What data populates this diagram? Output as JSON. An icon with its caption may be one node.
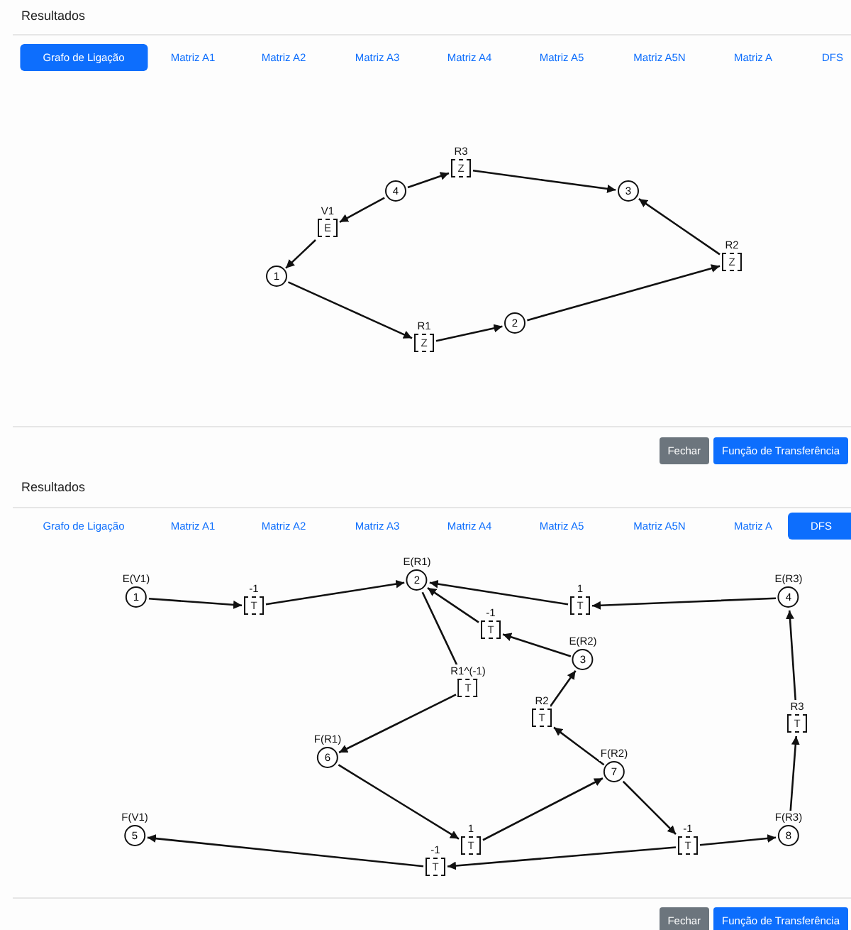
{
  "diagram": {
    "nodes": [
      {
        "text": [
          "R3",
          "Z"
        ]
      },
      {
        "text": [
          "4"
        ]
      },
      {
        "text": [
          "3"
        ]
      },
      {
        "text": [
          "V1",
          "E"
        ]
      },
      {
        "text": [
          "R2",
          "Z"
        ]
      },
      {
        "text": [
          "1"
        ]
      },
      {
        "text": [
          "2"
        ]
      },
      {
        "text": [
          "R1",
          "Z"
        ]
      },
      {
        "text": [
          "E(R1)",
          "2"
        ]
      },
      {
        "text": [
          "E(V1)",
          "1"
        ]
      },
      {
        "text": [
          "E(R3)",
          "4"
        ]
      },
      {
        "text": [
          "-1",
          "T"
        ]
      },
      {
        "text": [
          "1",
          "T"
        ]
      },
      {
        "text": [
          "-1",
          "T"
        ]
      },
      {
        "text": [
          "E(R2)",
          "3"
        ]
      },
      {
        "text": [
          "R1^(-1)",
          "T"
        ]
      },
      {
        "text": [
          "R2",
          "T"
        ]
      },
      {
        "text": [
          "R3",
          "T"
        ]
      },
      {
        "text": [
          "F(R1)",
          "6"
        ]
      },
      {
        "text": [
          "F(R2)",
          "7"
        ]
      },
      {
        "text": [
          "F(V1)",
          "5"
        ]
      },
      {
        "text": [
          "F(R3)",
          "8"
        ]
      },
      {
        "text": [
          "1",
          "T"
        ]
      },
      {
        "text": [
          "-1",
          "T"
        ]
      },
      {
        "text": [
          "-1",
          "T"
        ]
      }
    ],
    "edges": [
      {
        "from": 5,
        "to": 7,
        "arrow": "to"
      },
      {
        "from": 7,
        "to": 6,
        "arrow": "to"
      },
      {
        "from": 6,
        "to": 4,
        "arrow": "to"
      },
      {
        "from": 4,
        "to": 2,
        "arrow": "to"
      },
      {
        "from": 0,
        "to": 2,
        "arrow": "to"
      },
      {
        "from": 1,
        "to": 0,
        "arrow": "to"
      },
      {
        "from": 1,
        "to": 3,
        "arrow": "to"
      },
      {
        "from": 3,
        "to": 5,
        "arrow": "to"
      },
      {
        "from": 9,
        "to": 11,
        "arrow": "to"
      },
      {
        "from": 11,
        "to": 8,
        "arrow": "to"
      },
      {
        "from": 10,
        "to": 12,
        "arrow": "to"
      },
      {
        "from": 12,
        "to": 8,
        "arrow": "to"
      },
      {
        "from": 8,
        "to": 15,
        "arrow": "to"
      },
      {
        "from": 14,
        "to": 13,
        "arrow": "to"
      },
      {
        "from": 13,
        "to": 8,
        "arrow": "to"
      },
      {
        "from": 16,
        "to": 14,
        "arrow": "to"
      },
      {
        "from": 15,
        "to": 18,
        "arrow": "to"
      },
      {
        "from": 18,
        "to": 22,
        "arrow": "to"
      },
      {
        "from": 22,
        "to": 19,
        "arrow": "to"
      },
      {
        "from": 19,
        "to": 16,
        "arrow": "to"
      },
      {
        "from": 19,
        "to": 23,
        "arrow": "to"
      },
      {
        "from": 23,
        "to": 21,
        "arrow": "to"
      },
      {
        "from": 23,
        "to": 24,
        "arrow": "to"
      },
      {
        "from": 24,
        "to": 20,
        "arrow": "to"
      },
      {
        "from": 21,
        "to": 17,
        "arrow": "to"
      },
      {
        "from": 17,
        "to": 10,
        "arrow": "to"
      }
    ],
    "labels": [
      "Resultados",
      "Grafo de Ligação",
      "Matriz A1",
      "Matriz A2",
      "Matriz A3",
      "Matriz A4",
      "Matriz A5",
      "Matriz A5N",
      "Matriz A",
      "DFS",
      "Fechar",
      "Função de Transferência",
      "Resultados",
      "Grafo de Ligação",
      "Matriz A1",
      "Matriz A2",
      "Matriz A3",
      "Matriz A4",
      "Matriz A5",
      "Matriz A5N",
      "Matriz A",
      "DFS",
      "Fechar",
      "Função de Transferência"
    ]
  }
}
